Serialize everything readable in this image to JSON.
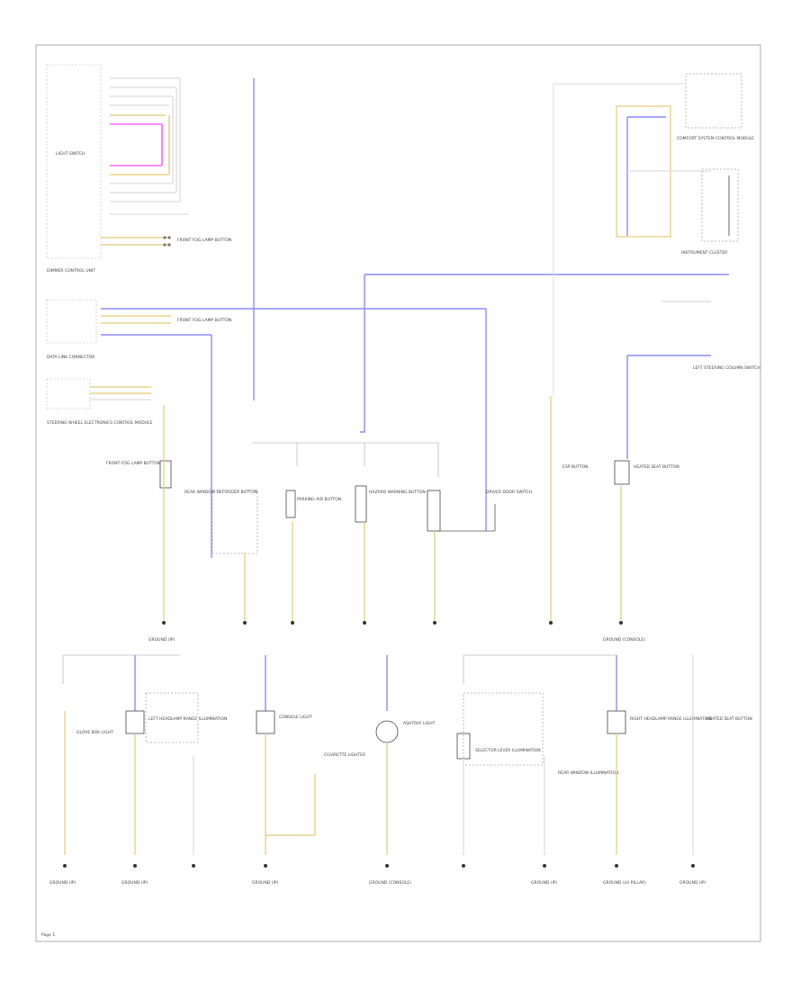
{
  "page_number": "Page 1",
  "colors": {
    "frame": "#9a9a9a",
    "wire_blue": "#8c8cff",
    "wire_yellow": "#e8d38a",
    "wire_pink": "#ff66ff",
    "wire_black": "#555555",
    "wire_gray": "#cfcfcf"
  },
  "labels": {
    "light_switch": "LIGHT SWITCH",
    "dimmer_control_unit": "DIMMER CONTROL UNIT",
    "steering_wheel_ctrl": "STEERING WHEEL ELECTRONICS CONTROL MODULE",
    "lh_steering_col": "LEFT STEERING COLUMN SWITCH",
    "data_link": "DATA LINK CONNECTOR",
    "comfort_ctrl": "COMFORT SYSTEM CONTROL MODULE",
    "instrument_cluster": "INSTRUMENT CLUSTER",
    "front_fog_button": "FRONT FOG LAMP BUTTON",
    "rear_window_defogger": "REAR WINDOW DEFOGGER BUTTON",
    "hazard_button": "HAZARD WARNING BUTTON",
    "parking_aid": "PARKING AID BUTTON",
    "driver_door_switch": "DRIVER DOOR SWITCH",
    "esp_button": "ESP BUTTON",
    "heated_seat_button": "HEATED SEAT BUTTON",
    "console_light": "CONSOLE LIGHT",
    "ground_ip": "GROUND (IP)",
    "ground_console": "GROUND (CONSOLE)",
    "ground_lh_pillar": "GROUND (LH PILLAR)",
    "glove_box_light": "GLOVE BOX LIGHT",
    "cigarette_lighter": "CIGARETTE LIGHTER",
    "ashtray_light": "ASHTRAY LIGHT",
    "shift_illum": "SELECTOR LEVER ILLUMINATION",
    "rear_window_illum": "REAR WINDOW ILLUMINATION",
    "left_illum": "LEFT HEADLAMP RANGE ILLUMINATION",
    "right_illum": "RIGHT HEADLAMP RANGE ILLUMINATION"
  }
}
